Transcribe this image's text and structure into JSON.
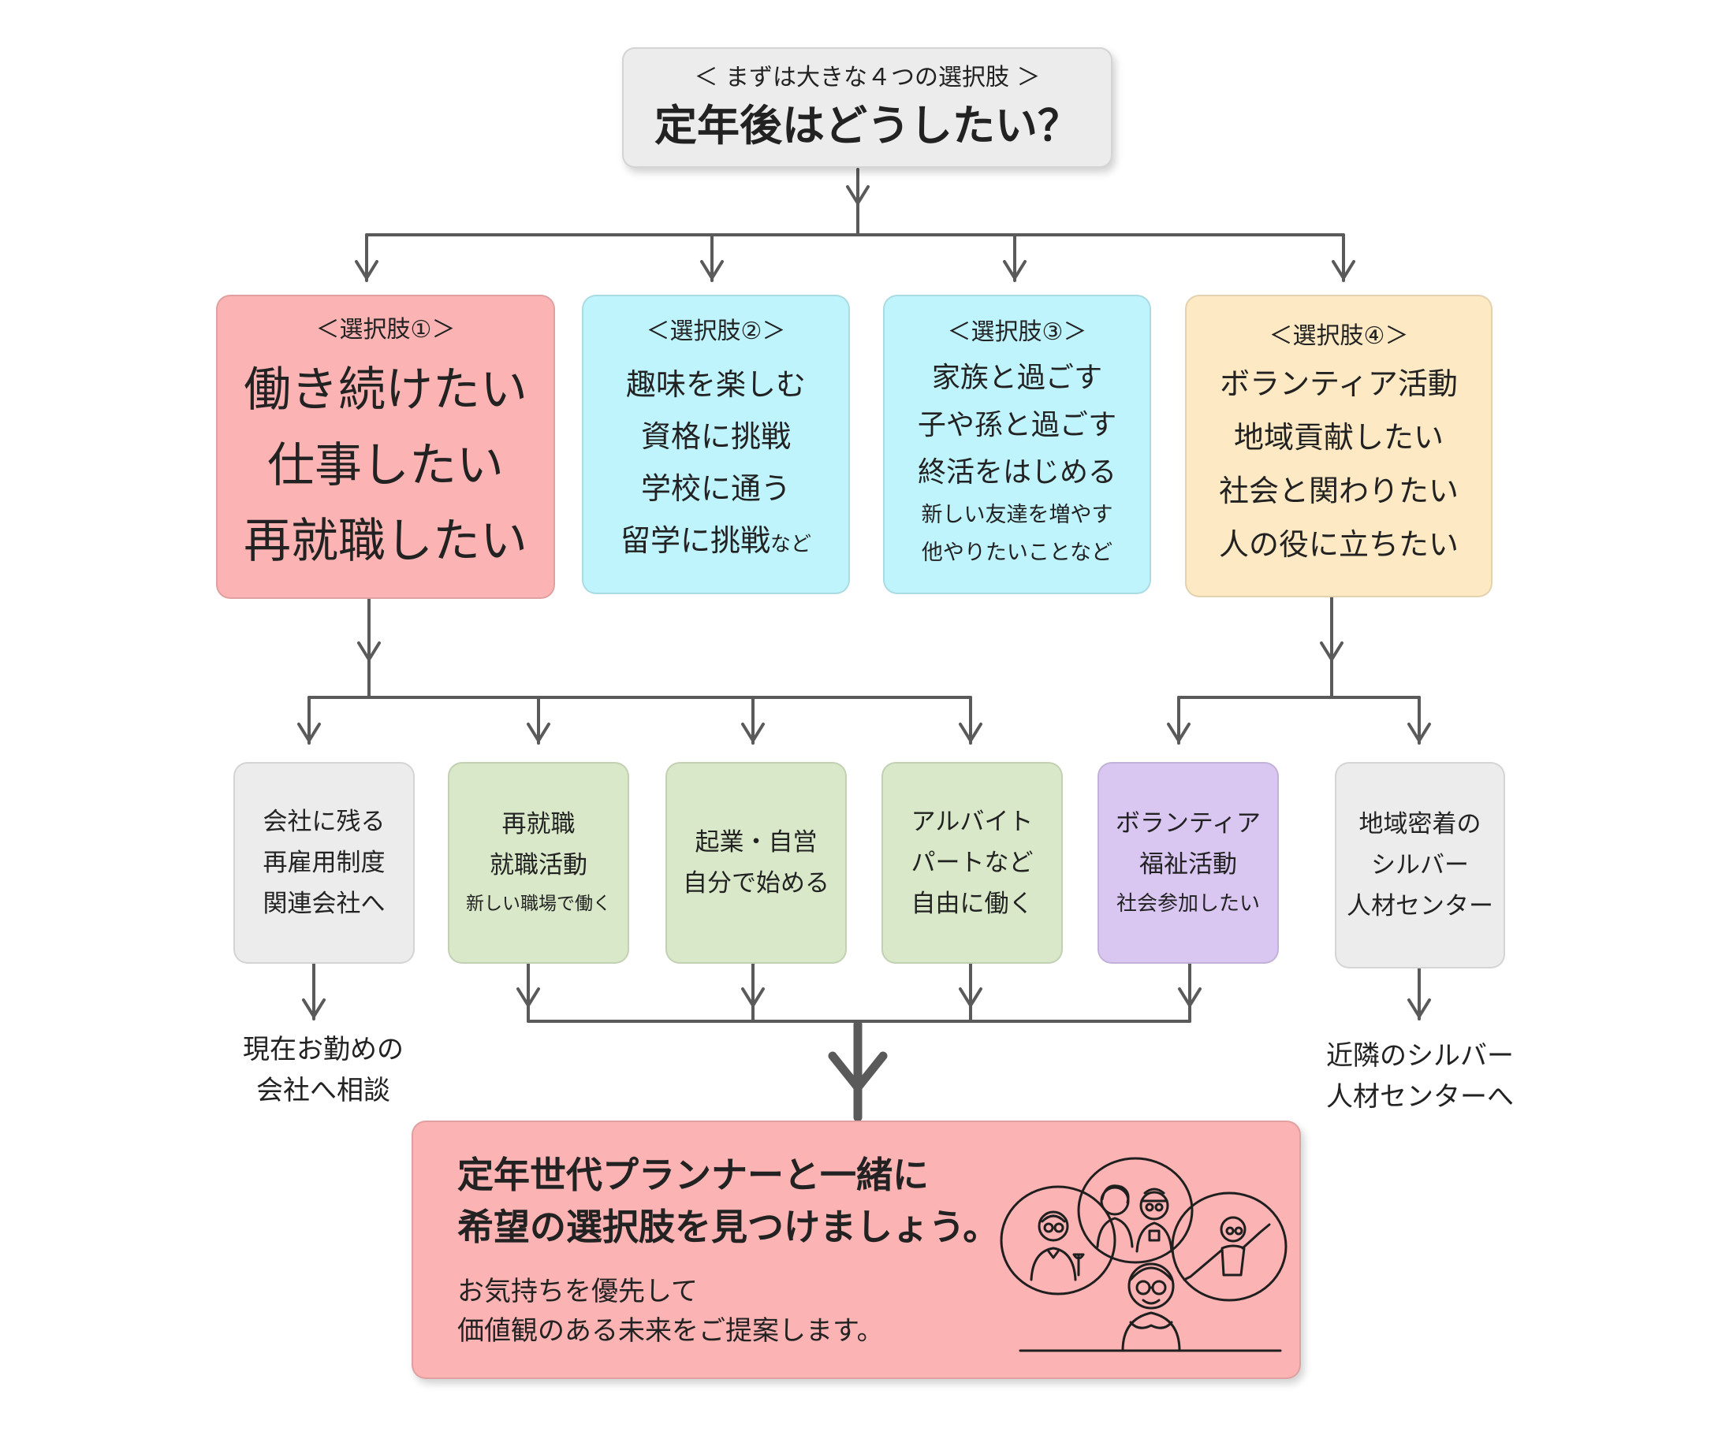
{
  "top": {
    "subtitle": "＜ まずは大きな４つの選択肢 ＞",
    "title": "定年後はどうしたい？"
  },
  "choices": [
    {
      "label": "＜選択肢①＞",
      "lines": [
        "働き続けたい",
        "仕事したい",
        "再就職したい"
      ],
      "color": "#fbb3b3"
    },
    {
      "label": "＜選択肢②＞",
      "lines": [
        "趣味を楽しむ",
        "資格に挑戦",
        "学校に通う",
        "留学に挑戦"
      ],
      "suffix": "など",
      "color": "#bff4fc"
    },
    {
      "label": "＜選択肢③＞",
      "lines": [
        "家族と過ごす",
        "子や孫と過ごす",
        "終活をはじめる"
      ],
      "small_lines": [
        "新しい友達を増やす",
        "他やりたいことなど"
      ],
      "color": "#bff4fc"
    },
    {
      "label": "＜選択肢④＞",
      "lines": [
        "ボランティア活動",
        "地域貢献したい",
        "社会と関わりたい",
        "人の役に立ちたい"
      ],
      "color": "#fde9c3"
    }
  ],
  "subs": [
    {
      "lines": [
        "会社に残る",
        "再雇用制度",
        "関連会社へ"
      ],
      "color": "#ececec"
    },
    {
      "lines": [
        "再就職",
        "就職活動"
      ],
      "small": "新しい職場で働く",
      "color": "#d8e8c8"
    },
    {
      "lines": [
        "起業・自営",
        "自分で始める"
      ],
      "color": "#d8e8c8"
    },
    {
      "lines": [
        "アルバイト",
        "パートなど",
        "自由に働く"
      ],
      "color": "#d8e8c8"
    },
    {
      "lines": [
        "ボランティア",
        "福祉活動"
      ],
      "small": "社会参加したい",
      "color": "#d9c7f2"
    },
    {
      "lines": [
        "地域密着の",
        "シルバー",
        "人材センター"
      ],
      "color": "#ececec"
    }
  ],
  "notes": {
    "left": [
      "現在お勤めの",
      "会社へ相談"
    ],
    "right": [
      "近隣のシルバー",
      "人材センターへ"
    ]
  },
  "cta": {
    "headline": [
      "定年世代プランナーと一緒に",
      "希望の選択肢を見つけましょう。"
    ],
    "sub": [
      "お気持ちを優先して",
      "価値観のある未来をご提案します。"
    ],
    "color": "#fbb3b3"
  },
  "colors": {
    "line": "#5a5a5a",
    "top_box": "#ececec"
  }
}
